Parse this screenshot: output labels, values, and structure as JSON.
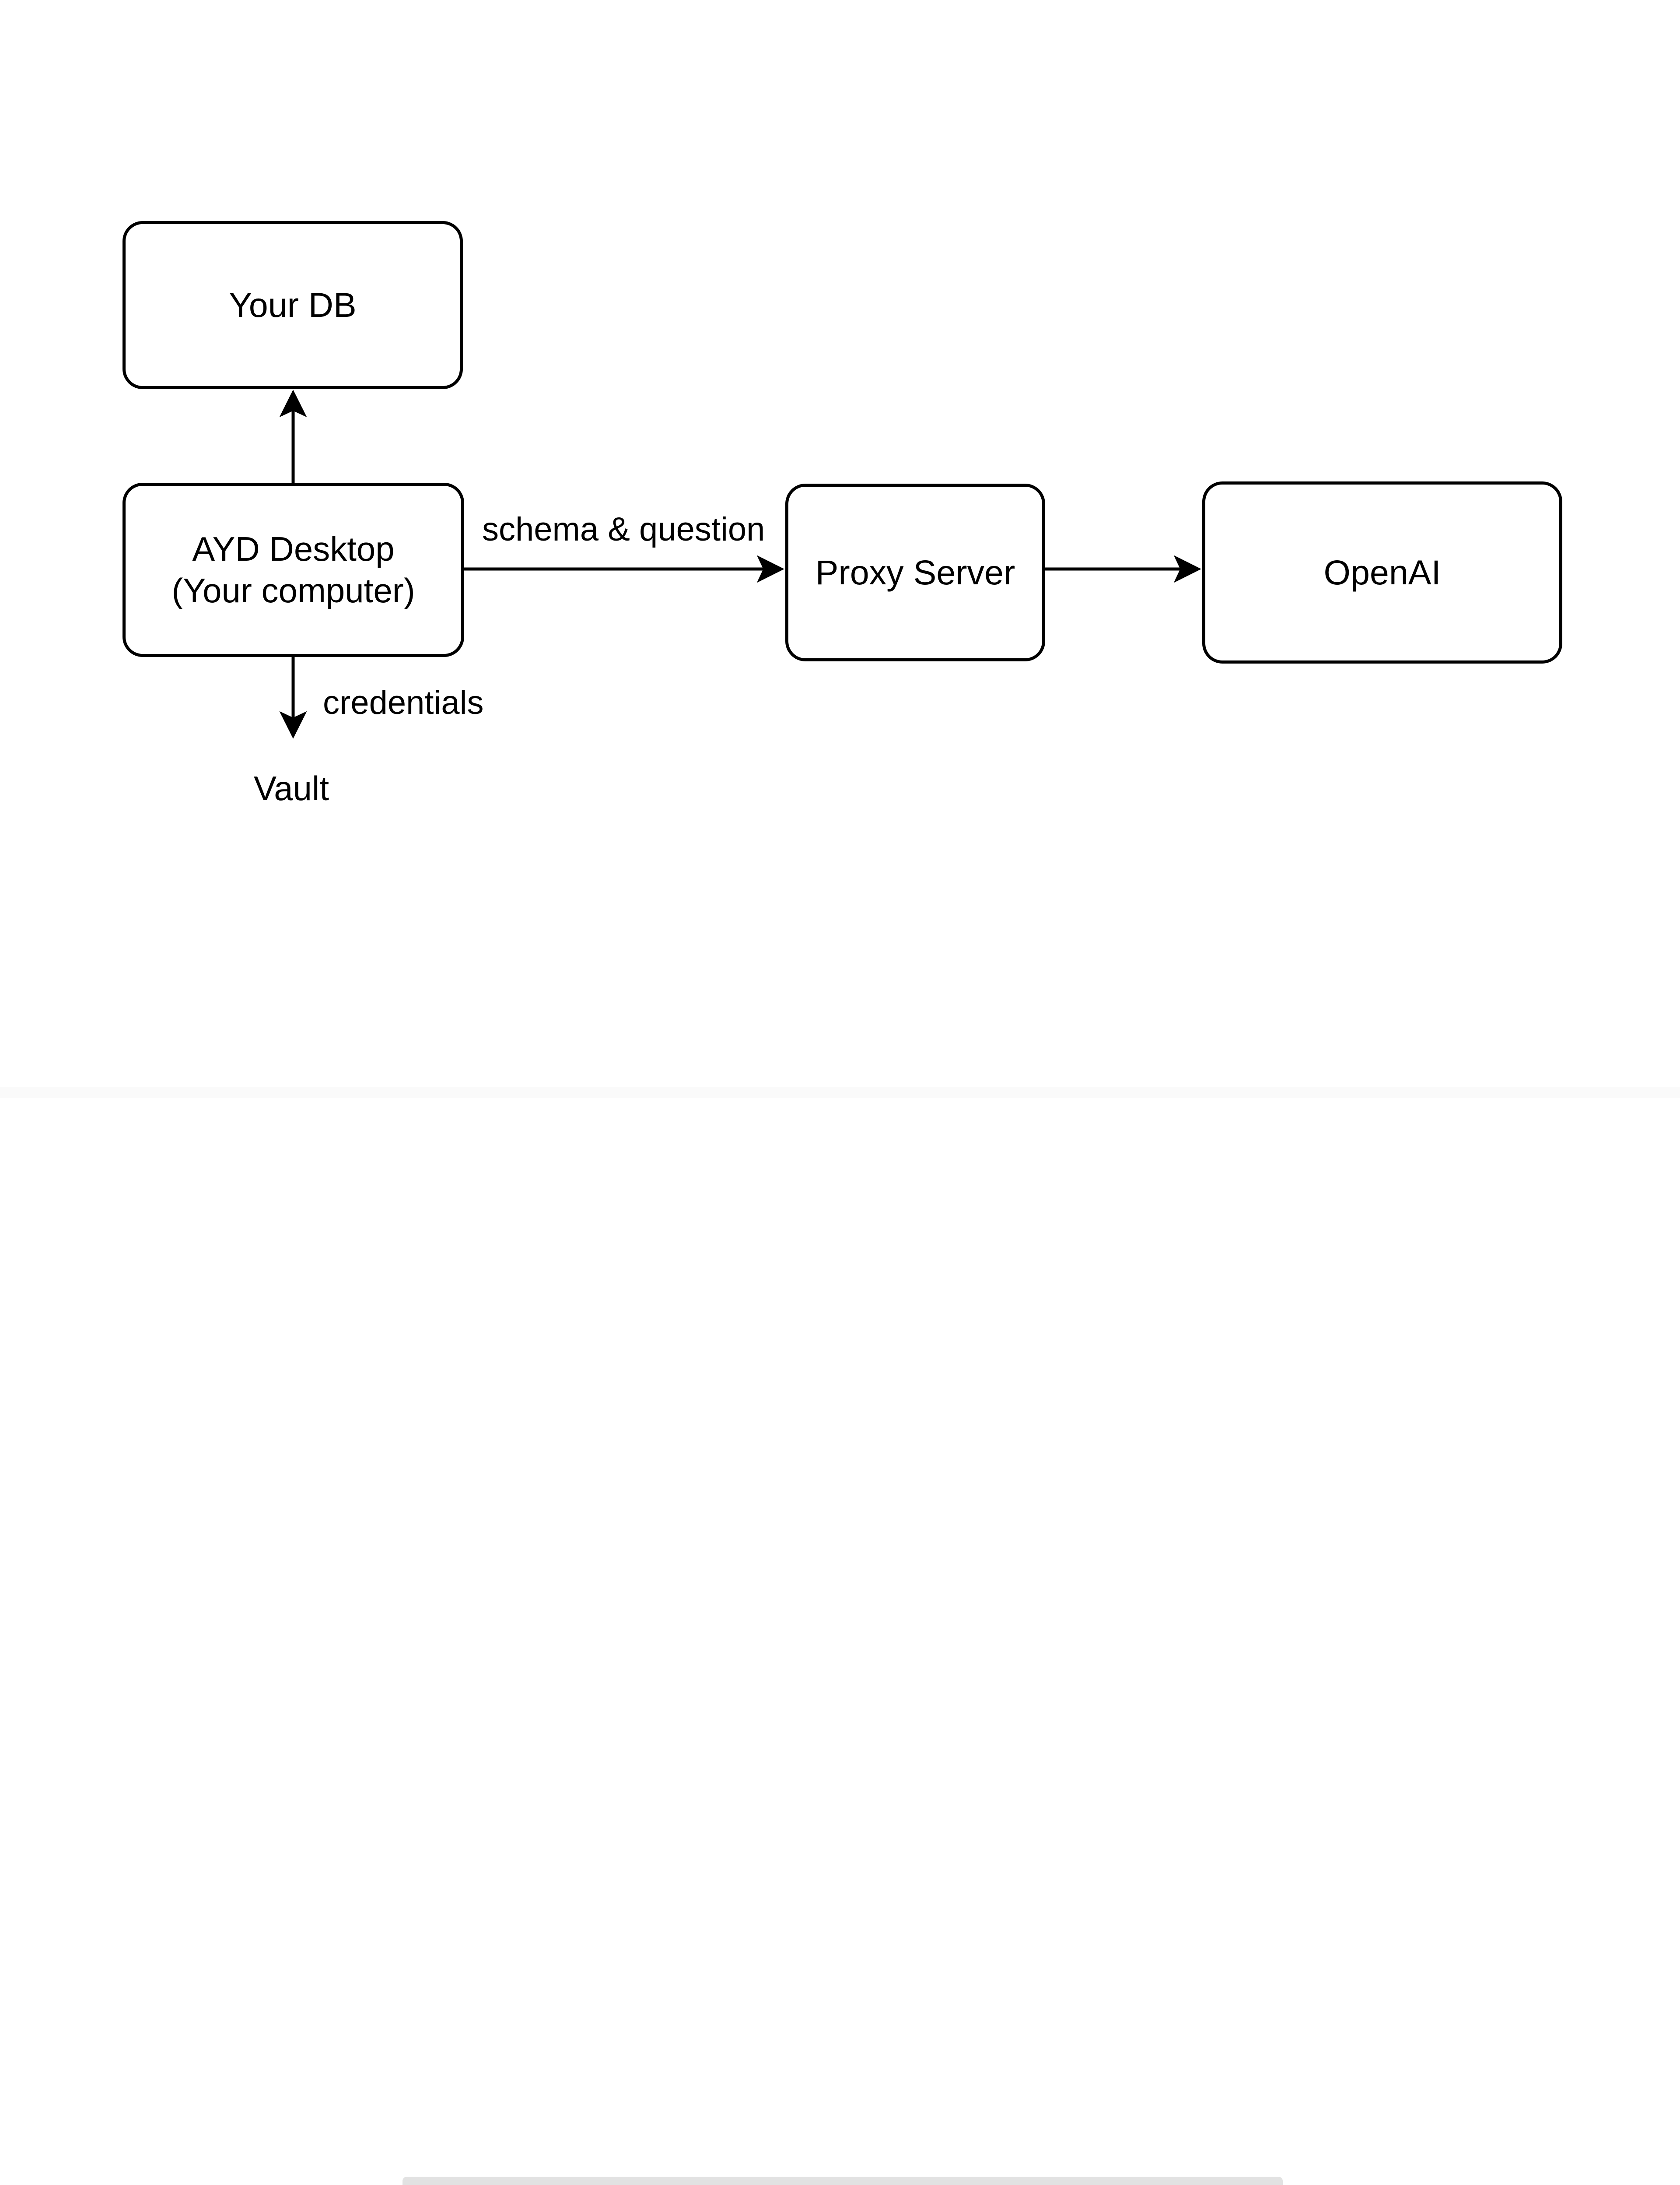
{
  "diagram": {
    "background_color": "#ffffff",
    "stroke_color": "#000000",
    "nodes": [
      {
        "id": "your-db",
        "label": "Your DB"
      },
      {
        "id": "ayd-desktop",
        "label": "AYD Desktop\n(Your computer)"
      },
      {
        "id": "proxy-server",
        "label": "Proxy Server"
      },
      {
        "id": "openai",
        "label": "OpenAI"
      }
    ],
    "free_text": [
      {
        "id": "vault",
        "label": "Vault"
      }
    ],
    "edges": [
      {
        "id": "ayd-to-your-db",
        "from": "ayd-desktop",
        "to": "your-db",
        "label": "",
        "direction": "up"
      },
      {
        "id": "ayd-to-proxy",
        "from": "ayd-desktop",
        "to": "proxy-server",
        "label": "schema & question",
        "direction": "right"
      },
      {
        "id": "proxy-to-openai",
        "from": "proxy-server",
        "to": "openai",
        "label": "",
        "direction": "right"
      },
      {
        "id": "ayd-to-vault",
        "from": "ayd-desktop",
        "to": "vault",
        "label": "credentials",
        "direction": "down"
      }
    ]
  },
  "scrollbar": {
    "orientation": "horizontal",
    "track_color": "#fafafa",
    "thumb_color": "#e2e2e2"
  }
}
